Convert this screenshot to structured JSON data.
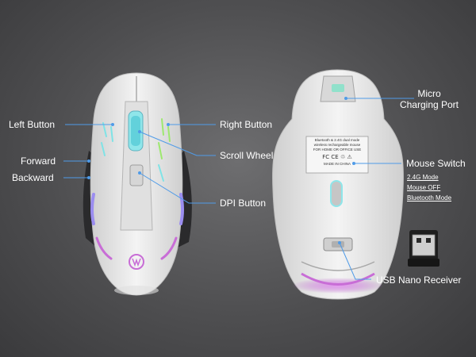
{
  "labels": {
    "left_button": "Left Button",
    "forward": "Forward",
    "backward": "Backward",
    "right_button": "Right Button",
    "scroll_wheel": "Scroll Wheel",
    "dpi_button": "DPI Button",
    "micro_charging_port_line1": "Micro",
    "micro_charging_port_line2": "Charging Port",
    "mouse_switch": "Mouse Switch",
    "usb_nano_receiver": "USB Nano Receiver"
  },
  "switch_modes": [
    "2.4G Mode",
    "Mouse OFF",
    "Bluetooth Mode"
  ],
  "bottom_sticker": {
    "line1": "Bluetooth & 2.4G dual mode",
    "line2": "wireless rechargeable mouse",
    "line3": "FOR HOME OR OFFICE USE",
    "marks": "FC  CE  ♲  ⚠",
    "origin": "MADE IN CHINA"
  },
  "colors": {
    "background": "#505052",
    "mouse_body": "#ececec",
    "led_cyan": "#7fe3e6",
    "led_purple": "#c86dd6",
    "callout_line": "#4f9be8"
  }
}
